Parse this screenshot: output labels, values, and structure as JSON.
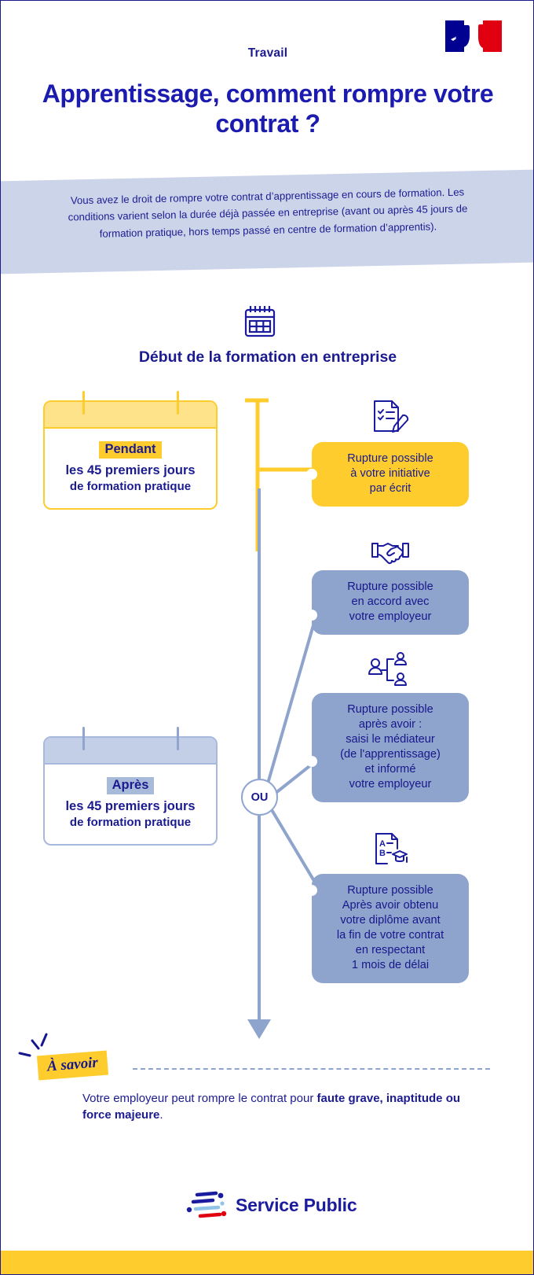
{
  "header": {
    "kicker": "Travail",
    "headline": "Apprentissage, comment rompre votre contrat ?",
    "flag_logo_name": "french-republic-flag-logo",
    "colors": {
      "blue": "#000091",
      "white": "#ffffff",
      "red": "#e1000f"
    }
  },
  "intro": {
    "text": "Vous avez le droit de rompre votre contrat d’apprentissage en cours de formation. Les conditions varient selon la durée déjà passée en entreprise (avant ou après 45 jours de formation pratique, hors temps passé en centre de formation d’apprentis).",
    "band_color": "#ccd4ea"
  },
  "section": {
    "icon": "calendar-icon",
    "heading": "Début de la formation en entreprise"
  },
  "periods": [
    {
      "tag": "Pendant",
      "line1": "les 45 premiers jours",
      "line2": "de formation pratique",
      "accent": "#ffcc2e",
      "icon": "calendar-card-yellow"
    },
    {
      "tag": "Après",
      "line1": "les 45 premiers jours",
      "line2": "de formation pratique",
      "accent": "#a8b8dd",
      "icon": "calendar-card-blue"
    }
  ],
  "junction": {
    "label": "OU"
  },
  "outcomes": [
    {
      "icon": "checklist-pen-icon",
      "lines": [
        "Rupture possible",
        "à votre initiative",
        "par écrit"
      ],
      "color": "#ffcc2e",
      "variant": "yellow"
    },
    {
      "icon": "handshake-icon",
      "lines": [
        "Rupture possible",
        "en accord avec",
        "votre employeur"
      ],
      "color": "#8fa4cc",
      "variant": "blue"
    },
    {
      "icon": "mediator-people-icon",
      "lines": [
        "Rupture possible",
        "après avoir :",
        "saisi le médiateur",
        "(de l'apprentissage)",
        "et informé",
        "votre employeur"
      ],
      "color": "#8fa4cc",
      "variant": "blue"
    },
    {
      "icon": "diploma-graduation-icon",
      "lines": [
        "Rupture possible",
        "Après avoir obtenu",
        "votre diplôme avant",
        "la fin de votre contrat",
        "en respectant",
        "1 mois de délai"
      ],
      "color": "#8fa4cc",
      "variant": "blue"
    }
  ],
  "note": {
    "badge": "À savoir",
    "text_before": "Votre employeur peut rompre le contrat pour ",
    "text_bold": "faute grave, inaptitude ou force majeure",
    "text_after": ".",
    "badge_color": "#ffcc2e"
  },
  "footer": {
    "logo_mark": "service-public-logo-mark",
    "logo_name": "Service Public",
    "band_color": "#ffcc2e"
  }
}
